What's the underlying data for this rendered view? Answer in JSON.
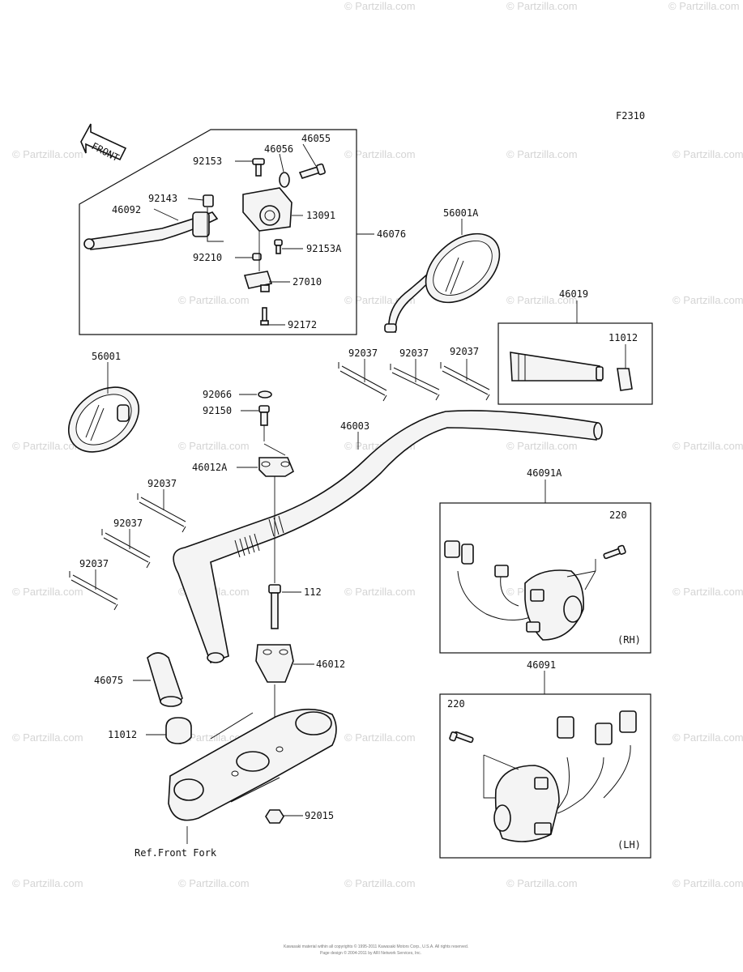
{
  "figure_code": "F2310",
  "front_label": "FRONT",
  "watermark": "© Partzilla.com",
  "callouts": {
    "c46055": "46055",
    "c46056": "46056",
    "c92153": "92153",
    "c92143": "92143",
    "c46092": "46092",
    "c13091": "13091",
    "c92153A": "92153A",
    "c46076": "46076",
    "c92210": "92210",
    "c27010": "27010",
    "c92172": "92172",
    "c56001A": "56001A",
    "c46019": "46019",
    "c11012a": "11012",
    "c56001": "56001",
    "c92037a": "92037",
    "c92037b": "92037",
    "c92037c": "92037",
    "c92066": "92066",
    "c92150": "92150",
    "c46003": "46003",
    "c46012A": "46012A",
    "c92037d": "92037",
    "c92037e": "92037",
    "c92037f": "92037",
    "c46091A": "46091A",
    "c220a": "220",
    "c112": "112",
    "c46012": "46012",
    "c46075": "46075",
    "c11012b": "11012",
    "c46091": "46091",
    "c220b": "220",
    "c92015": "92015",
    "ref_front_fork": "Ref.Front Fork"
  },
  "side_labels": {
    "rh": "(RH)",
    "lh": "(LH)"
  },
  "footer": [
    "Kawasaki material within all copyrights © 1995-2011 Kawasaki Motors Corp., U.S.A. All rights reserved.",
    "Page design © 2004-2011 by ARI Network Services, Inc."
  ]
}
